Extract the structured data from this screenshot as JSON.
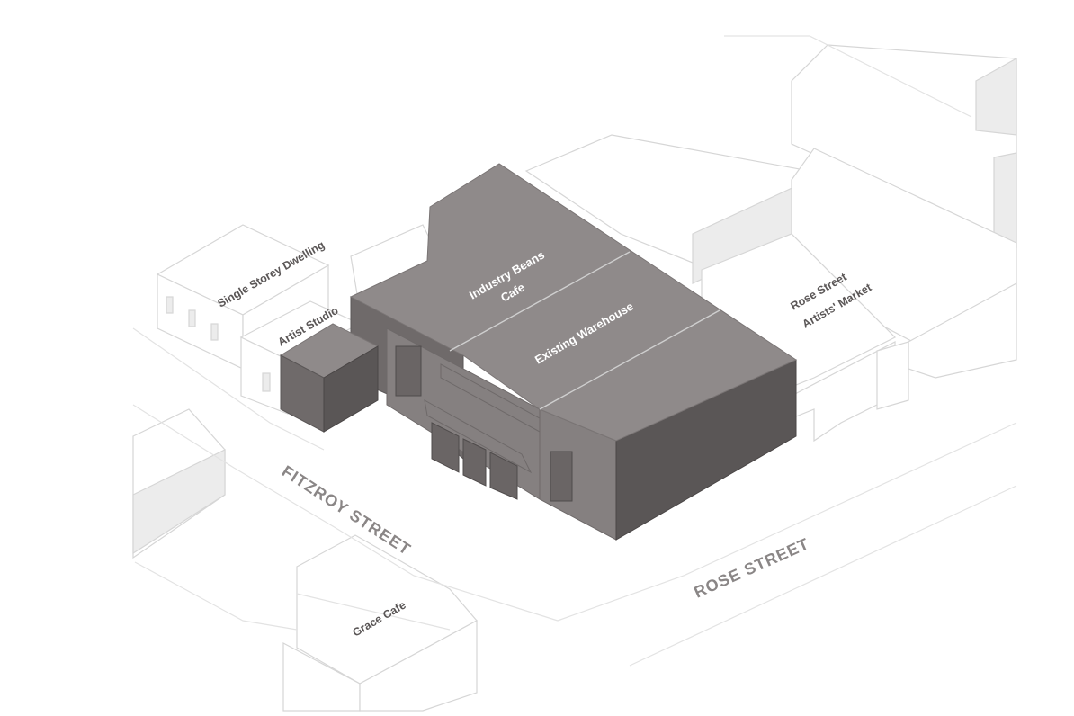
{
  "labels": {
    "single_storey": "Single Storey Dwelling",
    "artist_studio": "Artist Studio",
    "industry_beans_1": "Industry Beans",
    "industry_beans_2": "Cafe",
    "existing_warehouse": "Existing Warehouse",
    "rose_market_1": "Rose Street",
    "rose_market_2": "Artists' Market",
    "grace_cafe": "Grace Cafe",
    "fitzroy_street": "FITZROY STREET",
    "rose_street": "ROSE STREET"
  },
  "colors": {
    "roof": "#8f8a8a",
    "wall_dark": "#5a5656",
    "context_outline": "#d6d6d6"
  }
}
